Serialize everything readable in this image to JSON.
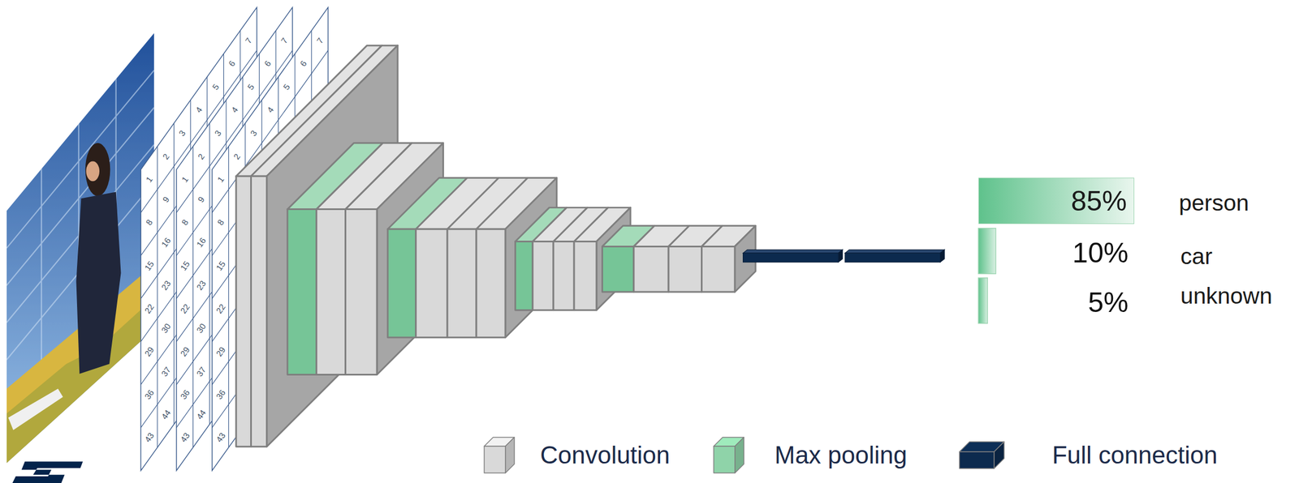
{
  "diagram": {
    "nodes": [
      {
        "text": [
          "85%"
        ]
      }
    ],
    "labels": [
      "1",
      "2",
      "3",
      "4",
      "5",
      "6",
      "7",
      "8",
      "15",
      "22",
      "29",
      "36",
      "43",
      "9",
      "16",
      "23",
      "30",
      "37",
      "44",
      "1",
      "2",
      "3",
      "4",
      "5",
      "6",
      "7",
      "8",
      "15",
      "22",
      "29",
      "36",
      "43",
      "9",
      "16",
      "23",
      "30",
      "37",
      "44",
      "1",
      "2",
      "3",
      "4",
      "5",
      "6",
      "7",
      "8",
      "15",
      "22",
      "29",
      "36",
      "43",
      "10%",
      "5%",
      "person",
      "car",
      "unknown"
    ],
    "legend": [
      {
        "text": "Convolution",
        "color": "#d9d9d9"
      },
      {
        "text": "Max pooling",
        "color": "#8fd3a9"
      },
      {
        "text": "Full connection",
        "color": "#0c2a4e"
      }
    ]
  }
}
